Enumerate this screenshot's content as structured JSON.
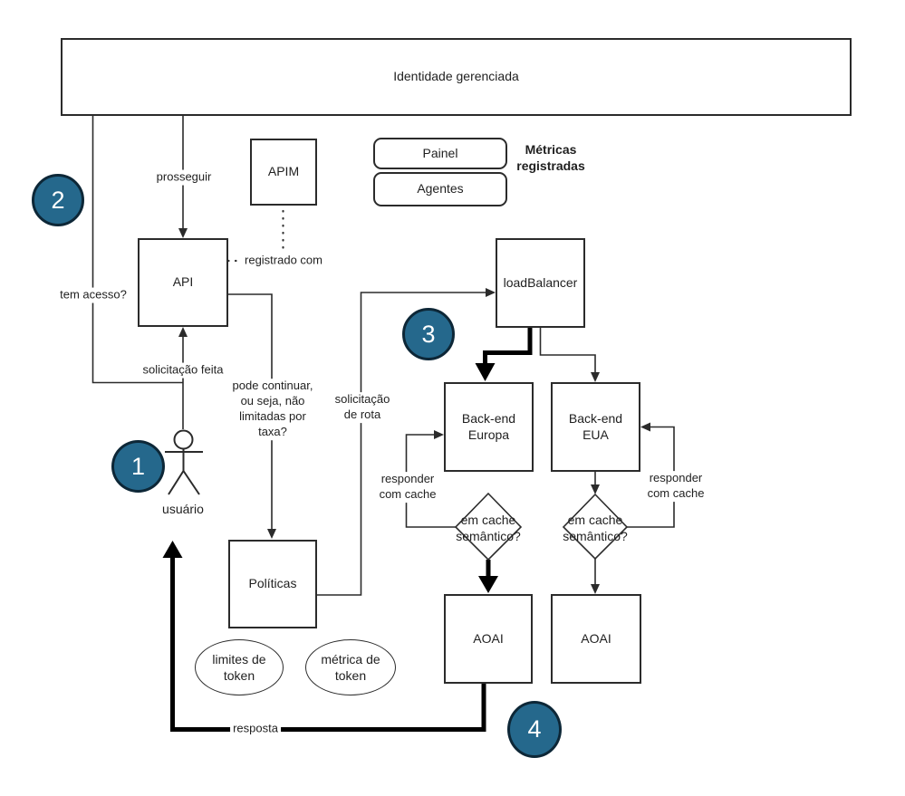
{
  "colors": {
    "line": "#2b2b2b",
    "thick_line": "#000000",
    "step_circle_fill": "#25688c",
    "step_circle_border": "#0d2737",
    "box_border": "#2b2b2b",
    "text": "#1f1f1f"
  },
  "banner": {
    "label": "Identidade gerenciada"
  },
  "boxes": {
    "apim": {
      "label": "APIM"
    },
    "api": {
      "label": "API"
    },
    "painel": {
      "label": "Painel"
    },
    "agentes": {
      "label": "Agentes"
    },
    "load_balancer": {
      "label": "loadBalancer"
    },
    "backend_europa": {
      "label": "Back-end\nEuropa"
    },
    "backend_eua": {
      "label": "Back-end\nEUA"
    },
    "politicas": {
      "label": "Políticas"
    },
    "aoai_esquerda": {
      "label": "AOAI"
    },
    "aoai_direita": {
      "label": "AOAI"
    }
  },
  "ellipses": {
    "limites_token": {
      "label": "limites de\ntoken"
    },
    "metrica_token": {
      "label": "métrica de\ntoken"
    }
  },
  "decisions": {
    "cache_esquerda": {
      "label": "em cache\nsemântico?"
    },
    "cache_direita": {
      "label": "em cache\nsemântico?"
    }
  },
  "annotations": {
    "metricas_registradas": "Métricas\nregistradas",
    "usuario": "usuário"
  },
  "edge_labels": {
    "prosseguir": "prosseguir",
    "registrado_com": "registrado com",
    "tem_acesso": "tem acesso?",
    "solicitacao_feita": "solicitação feita",
    "pode_continuar": "pode continuar,\nou seja, não\nlimitadas por\ntaxa?",
    "solicitacao_rota": "solicitação\nde rota",
    "responder_cache_esquerda": "responder\ncom cache",
    "responder_cache_direita": "responder\ncom cache",
    "resposta": "resposta"
  },
  "steps": {
    "s1": "1",
    "s2": "2",
    "s3": "3",
    "s4": "4"
  }
}
